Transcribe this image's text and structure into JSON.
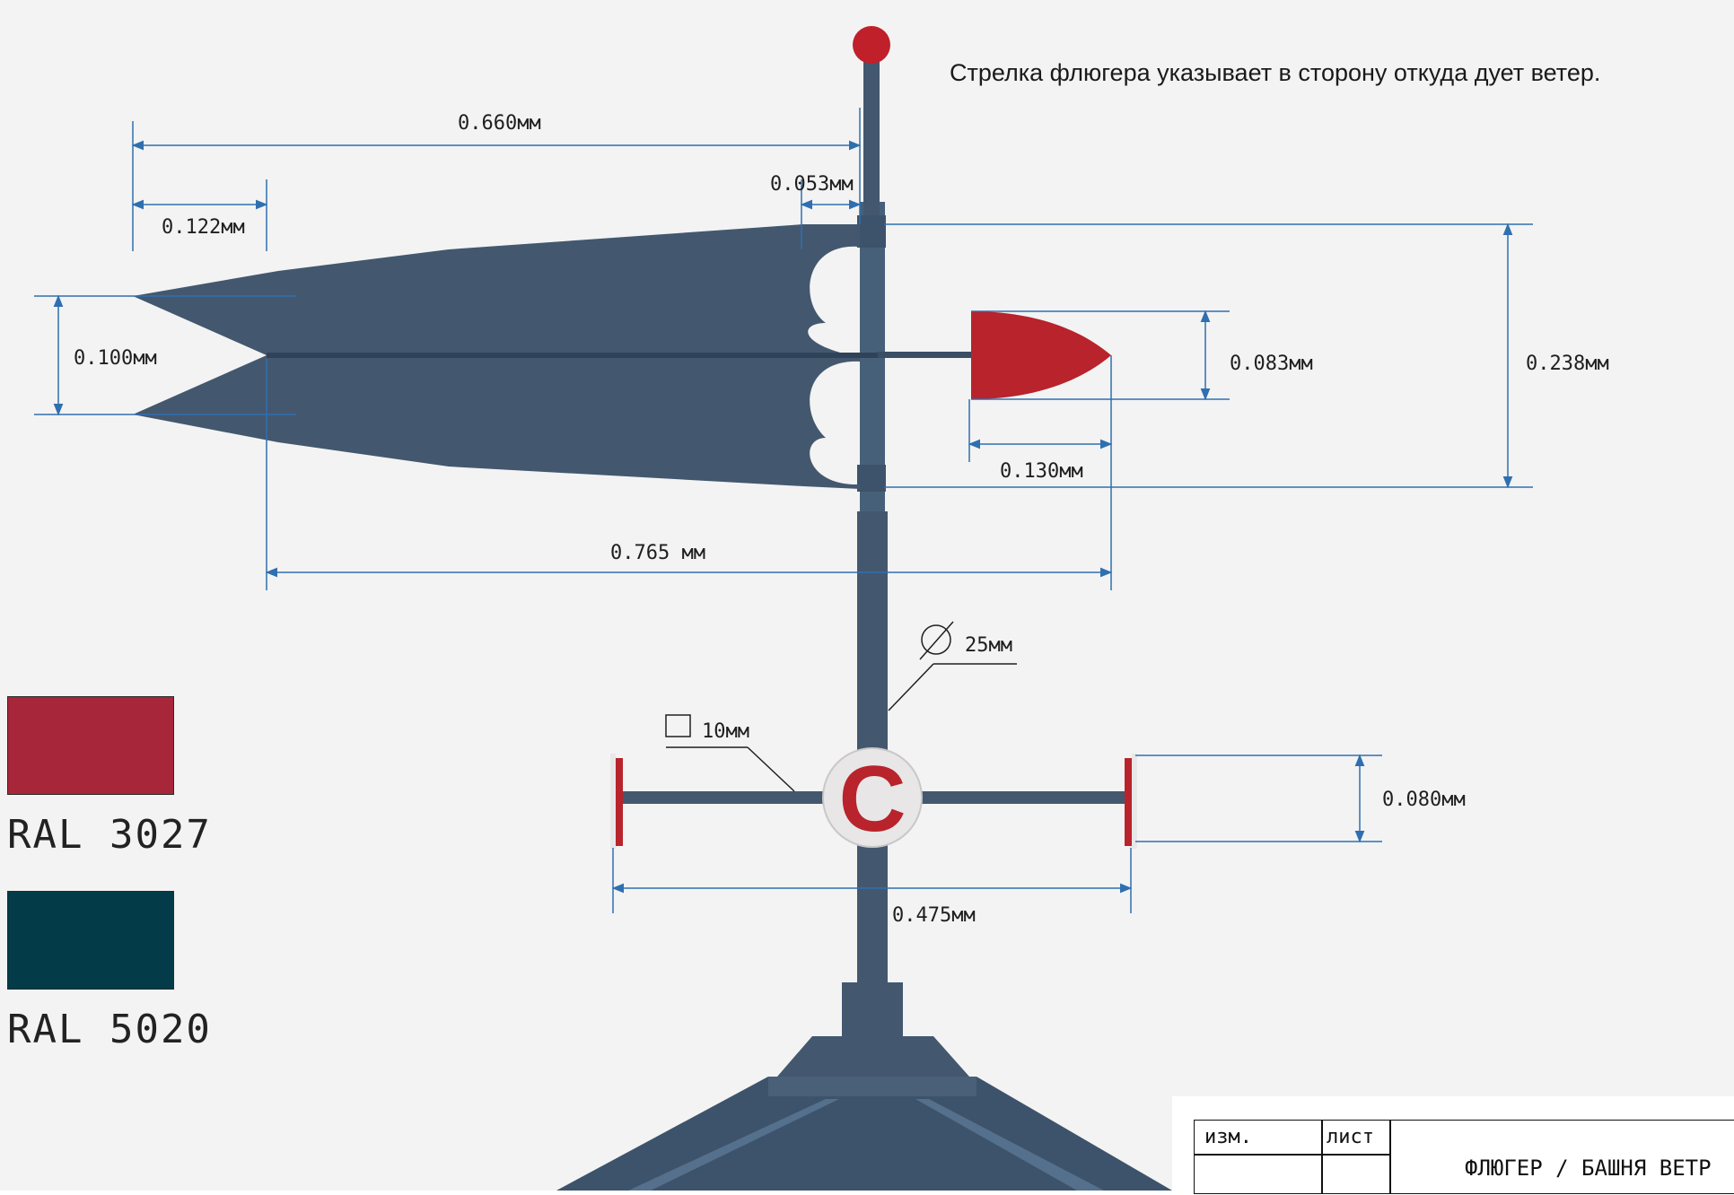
{
  "note": "Стрелка флюгера указывает  в сторону откуда дует ветер.",
  "dimensions": {
    "d660": "0.660мм",
    "d053": "0.053мм",
    "d122": "0.122мм",
    "d100": "0.100мм",
    "d083": "0.083мм",
    "d238": "0.238мм",
    "d130": "0.130мм",
    "d765": "0.765 мм",
    "dia25": "25мм",
    "sq10": "10мм",
    "d080": "0.080мм",
    "d475": "0.475мм"
  },
  "emblem_letter": "C",
  "swatches": [
    {
      "label": "RAL 3027",
      "color": "#a8263a"
    },
    {
      "label": "RAL 5020",
      "color": "#033b48"
    }
  ],
  "title_block": {
    "col_izm": "изм.",
    "col_list": "лист",
    "title": "ФЛЮГЕР / БАШНЯ ВЕТР"
  },
  "colors": {
    "background": "#f3f3f3",
    "metal": "#43586f",
    "red": "#b8232c",
    "dimension": "#2f6fb0"
  }
}
